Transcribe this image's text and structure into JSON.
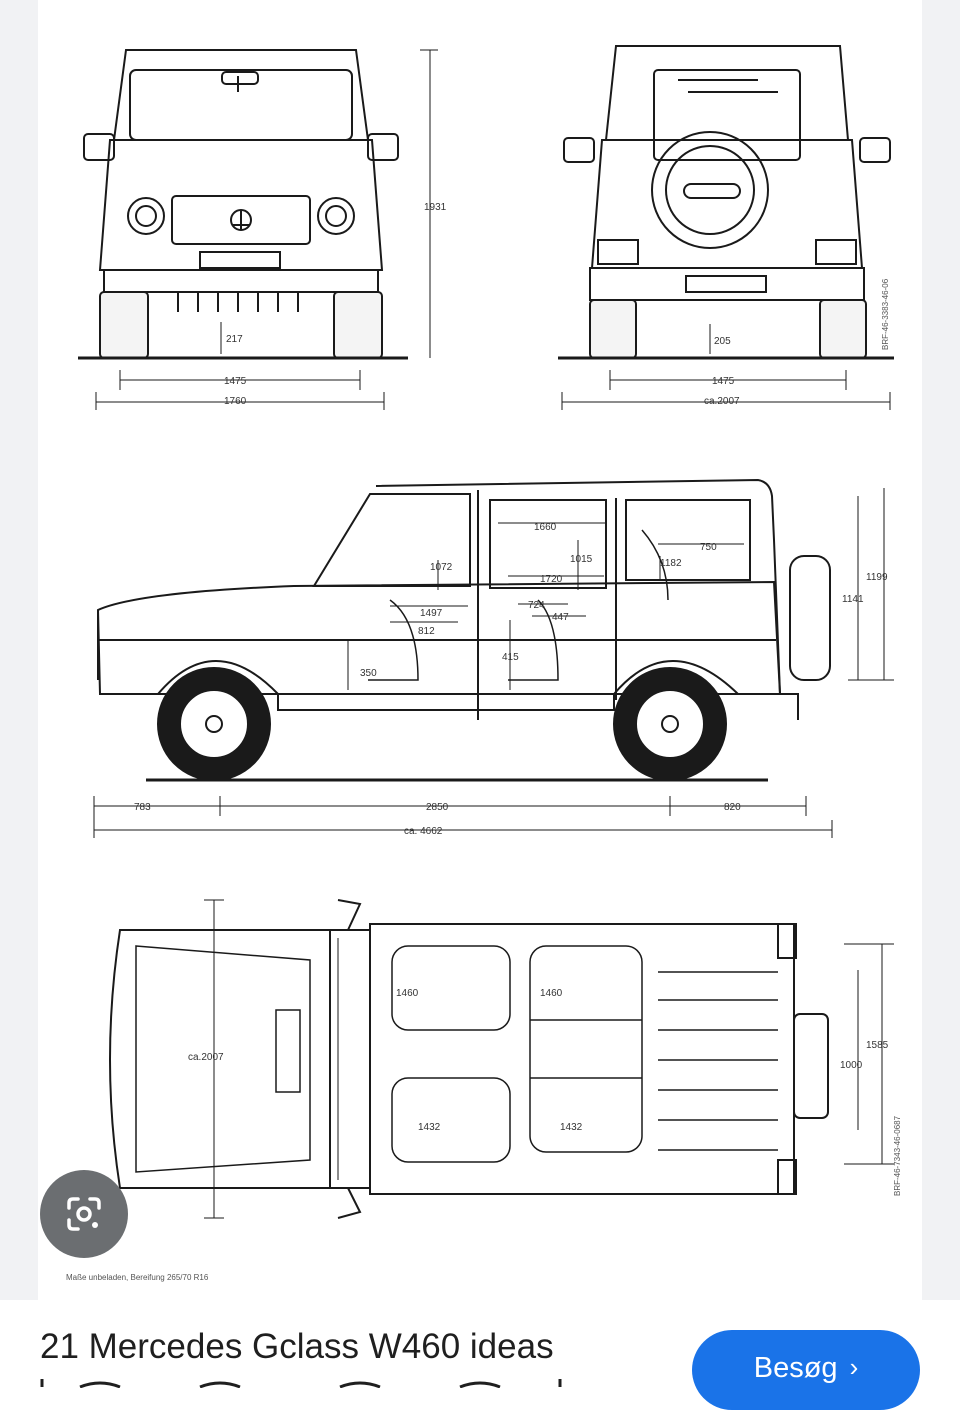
{
  "result": {
    "title": "21 Mercedes Gclass W460 ideas",
    "visit_label": "Besøg",
    "visit_chevron": "›"
  },
  "lens": {
    "icon": "google-lens-icon"
  },
  "blueprint": {
    "front_view": {
      "height": "1931",
      "ground_clearance": "217",
      "track": "1475",
      "width": "1760"
    },
    "rear_view": {
      "ground_clearance": "205",
      "track": "1475",
      "width_mirrors": "ca.2007",
      "side_code": "BRF-46-3383-46-06"
    },
    "side_view": {
      "front_overhang": "783",
      "wheelbase": "2850",
      "rear_overhang": "820",
      "length": "ca. 4662",
      "height": "1199",
      "height_inner": "1141",
      "front_headroom": "1072",
      "rear_headroom": "1015",
      "cargo_height": "1182",
      "rear_legroom": "1660",
      "rear_length": "1720",
      "cargo_depth": "750",
      "front_legroom_a": "1497",
      "front_legroom_b": "812",
      "rear_seat_a": "724",
      "rear_seat_b": "447",
      "front_seat_height": "350",
      "rear_seat_height": "415"
    },
    "top_view": {
      "width_mirrors": "ca.2007",
      "front_shoulder": "1460",
      "rear_shoulder": "1460",
      "front_hip": "1432",
      "rear_hip": "1432",
      "cargo_width": "1585",
      "cargo_width_inner": "1000",
      "side_code": "BRF-46-7343-46-0687"
    },
    "footnote": "Maße unbeladen, Bereifung 265/70 R16"
  }
}
